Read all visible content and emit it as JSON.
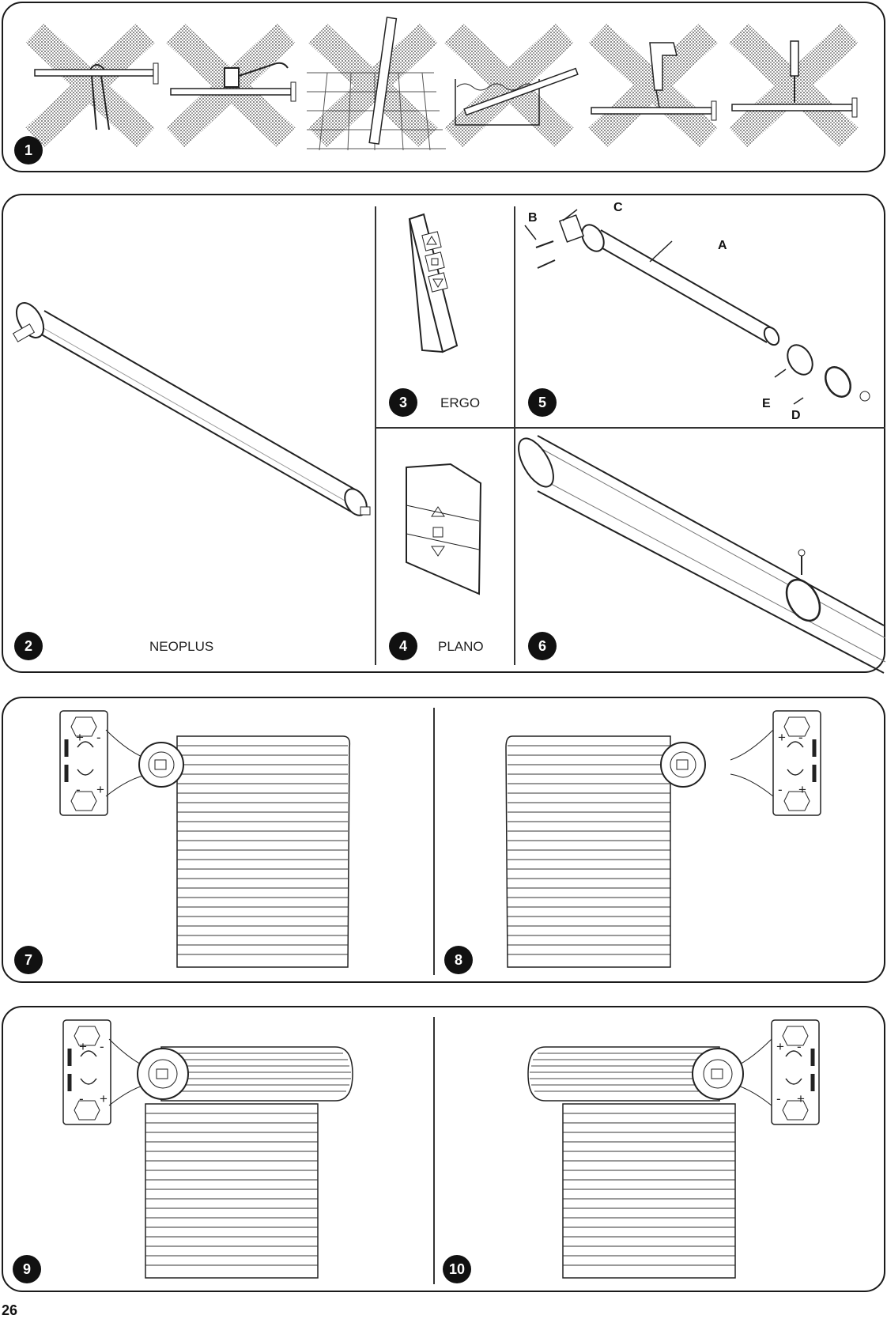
{
  "figures": [
    {
      "number": "1"
    },
    {
      "number": "2",
      "caption": "NEOPLUS"
    },
    {
      "number": "3",
      "caption": "ERGO"
    },
    {
      "number": "4",
      "caption": "PLANO"
    },
    {
      "number": "5",
      "callouts": [
        "A",
        "B",
        "C",
        "D",
        "E"
      ]
    },
    {
      "number": "6"
    },
    {
      "number": "7"
    },
    {
      "number": "8"
    },
    {
      "number": "9"
    },
    {
      "number": "10"
    }
  ],
  "rotation_symbols": {
    "plus": "+",
    "minus": "-"
  },
  "page_number": "26"
}
